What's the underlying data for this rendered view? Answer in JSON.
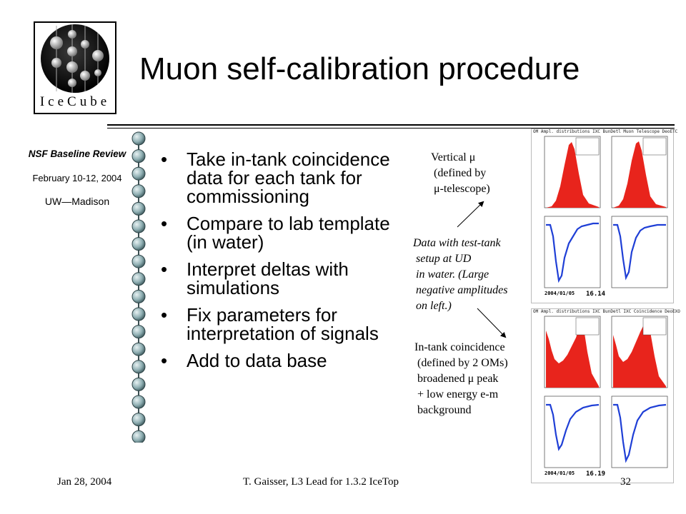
{
  "slide": {
    "title": "Muon self-calibration procedure",
    "logo_text": "IceCube"
  },
  "sidebar": {
    "review": "NSF Baseline Review",
    "dates": "February 10-12, 2004",
    "org": "UW—Madison"
  },
  "bullets": [
    "Take in-tank coincidence data for each tank for commissioning",
    "Compare to lab template (in water)",
    "Interpret deltas with simulations",
    "Fix parameters for interpretation of signals",
    "Add to data base"
  ],
  "annotations": {
    "vertical": [
      "Vertical μ",
      "(defined by",
      "μ-telescope)"
    ],
    "data": [
      "Data with test-tank",
      "setup at UD",
      "in water.  (Large",
      "negative amplitudes",
      "on left.)"
    ],
    "intank": [
      "In-tank coincidence",
      "(defined by 2 OMs)",
      "broadened μ peak",
      "+ low energy e-m",
      "background"
    ]
  },
  "plots": {
    "top_title": "OM Ampl. distributions IXC BunDetl Muon Telescope DeoETC",
    "bottom_title": "OM Ampl. distributions IXC BunDetl IXC Coincidence DeoEXO",
    "top_date": "2004/01/05",
    "top_time": "16.14",
    "bottom_date": "2004/01/05",
    "bottom_time": "16.19",
    "colors": {
      "histogram": "#e8241c",
      "waveform": "#1f3fd6"
    }
  },
  "footer": {
    "date": "Jan 28, 2004",
    "author": "T. Gaisser, L3 Lead for 1.3.2 IceTop",
    "page": "32"
  }
}
